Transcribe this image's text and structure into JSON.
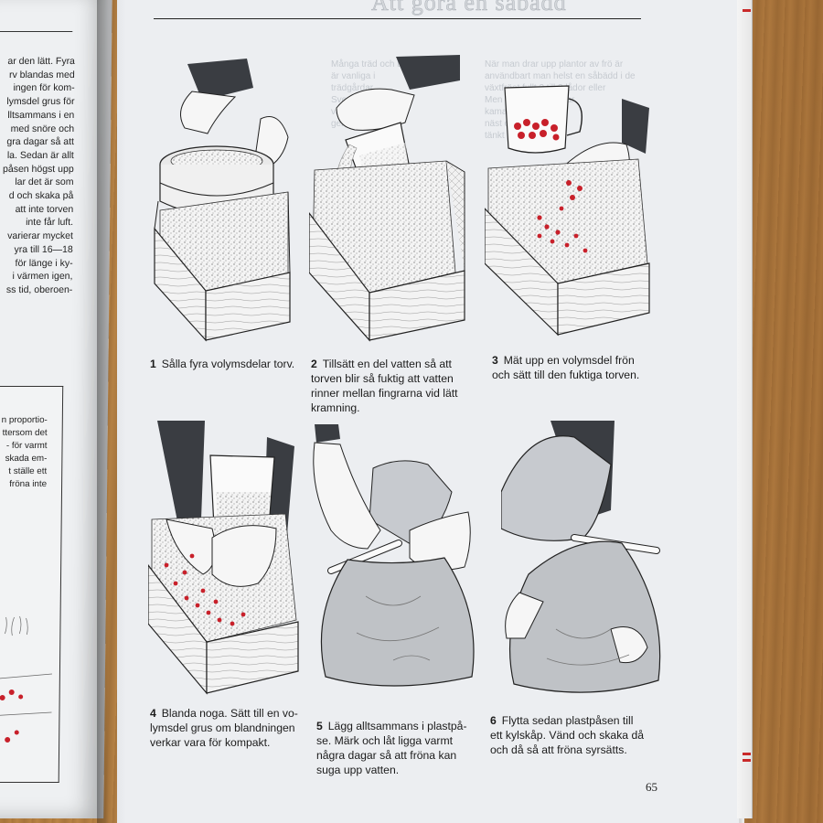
{
  "page_title": "Att göra en såbädd",
  "page_number": "65",
  "left_page": {
    "text_lines": [
      "ar den lätt. Fyra",
      "rv blandas med",
      "ingen för kom-",
      "lymsdel grus för",
      "lltsammans i en",
      "med snöre och",
      "gra dagar så att",
      "la. Sedan är allt",
      "påsen högst upp",
      "lar det är som",
      "d och skaka på",
      "att inte torven",
      "inte får luft.",
      "varierar mycket",
      "yra till 16—18",
      "för länge i ky-",
      "i värmen igen,",
      "ss tid, oberoen-"
    ],
    "box_lines": [
      "n proportio-",
      "ttersom det",
      "-  för varmt",
      "skada em-",
      "t ställe ett",
      "fröna inte"
    ]
  },
  "ghost_text": {
    "col1": [
      "Många träd och buskar",
      "är vanliga i",
      "trädgårdar.",
      "Svenskt",
      "vårt",
      "gen"
    ],
    "col3": [
      "När man drar upp plantor av frö är",
      "användbart man helst en såbädd i de",
      "växtfröet fullt 2 till 3 lådor eller",
      "Men löst ur lådan kvar",
      "kamalhus",
      "näst ovant",
      "tänkt till bör mån"
    ]
  },
  "steps": [
    {
      "number": "1",
      "lines": [
        "Sålla fyra volymsdelar torv."
      ]
    },
    {
      "number": "2",
      "lines": [
        "Tillsätt en del vatten så att",
        "torven blir så fuktig att vatten",
        "rinner mellan fingrarna vid lätt",
        "kramning."
      ]
    },
    {
      "number": "3",
      "lines": [
        "Mät upp en volymsdel frön",
        "och sätt till den fuktiga torven."
      ]
    },
    {
      "number": "4",
      "lines": [
        "Blanda noga. Sätt till en vo-",
        "lymsdel grus om blandningen",
        "verkar vara för kompakt."
      ]
    },
    {
      "number": "5",
      "lines": [
        "Lägg alltsammans i plastpå-",
        "se. Märk och låt ligga varmt",
        "några dagar så att fröna kan",
        "suga upp vatten."
      ]
    },
    {
      "number": "6",
      "lines": [
        "Flytta sedan plastpåsen till",
        "ett kylskåp. Vänd och skaka då",
        "och då så att fröna syrsätts."
      ]
    }
  ],
  "colors": {
    "seed_red": "#c8202a",
    "ink": "#1b1b1b",
    "sleeve": "#3a3d42",
    "bag_grey": "#bfc2c6"
  }
}
